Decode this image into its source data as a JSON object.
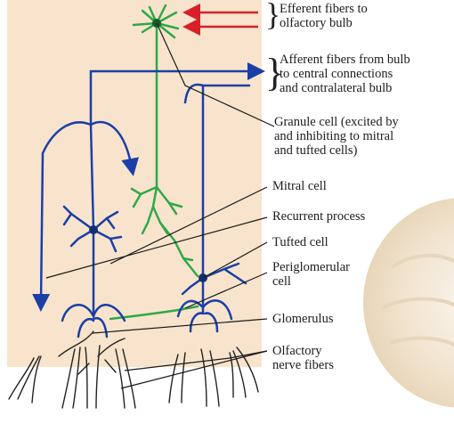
{
  "labels": {
    "efferent": [
      "Efferent fibers to",
      "olfactory bulb"
    ],
    "afferent": [
      "Afferent fibers from bulb",
      "to central connections",
      "and contralateral bulb"
    ],
    "granule": [
      "Granule cell (excited by",
      "and inhibiting to mitral",
      "and tufted cells)"
    ],
    "mitral": "Mitral cell",
    "recurrent": "Recurrent process",
    "tufted": "Tufted cell",
    "periglomerular": [
      "Periglomerular",
      "cell"
    ],
    "glomerulus": "Glomerulus",
    "olfactory_nerve": [
      "Olfactory",
      "nerve fibers"
    ]
  },
  "colors": {
    "panel": "#f8e4cc",
    "neuron_blue": "#1b3fa6",
    "granule_green": "#2fa84a",
    "efferent_red": "#d8202a",
    "leader": "#1a1a1a"
  }
}
